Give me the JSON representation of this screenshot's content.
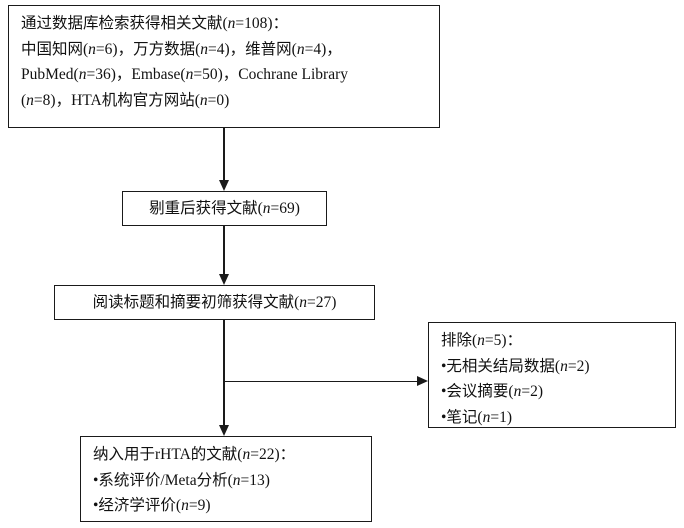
{
  "figure": {
    "type": "prisma-flow-diagram",
    "stroke_color": "#1a1a1a",
    "background_color": "#ffffff"
  },
  "boxes": {
    "identification": {
      "lines": [
        "通过数据库检索获得相关文献(n=108)：",
        "中国知网(n=6)，万方数据(n=4)，维普网(n=4)，",
        "PubMed(n=36)，Embase(n=50)，Cochrane Library",
        "(n=8)，HTA机构官方网站(n=0)"
      ],
      "total": 108,
      "sources": [
        {
          "name": "中国知网",
          "n": 6
        },
        {
          "name": "万方数据",
          "n": 4
        },
        {
          "name": "维普网",
          "n": 4
        },
        {
          "name": "PubMed",
          "n": 36
        },
        {
          "name": "Embase",
          "n": 50
        },
        {
          "name": "Cochrane Library",
          "n": 8
        },
        {
          "name": "HTA机构官方网站",
          "n": 0
        }
      ]
    },
    "deduplication": {
      "text": "剔重后获得文献(n=69)",
      "n": 69
    },
    "screening": {
      "text": "阅读标题和摘要初筛获得文献(n=27)",
      "n": 27
    },
    "excluded": {
      "header": "排除(n=5)：",
      "n": 5,
      "items": [
        "•无相关结局数据(n=2)",
        "•会议摘要(n=2)",
        "•笔记(n=1)"
      ]
    },
    "included": {
      "header": "纳入用于rHTA的文献(n=22)：",
      "n": 22,
      "items": [
        "•系统评价/Meta分析(n=13)",
        "•经济学评价(n=9)"
      ]
    }
  },
  "connectors": [
    {
      "name": "identification-to-deduplication",
      "kind": "arrow-down"
    },
    {
      "name": "deduplication-to-screening",
      "kind": "arrow-down"
    },
    {
      "name": "screening-to-included",
      "kind": "arrow-down"
    },
    {
      "name": "screening-to-excluded",
      "kind": "arrow-right"
    }
  ]
}
